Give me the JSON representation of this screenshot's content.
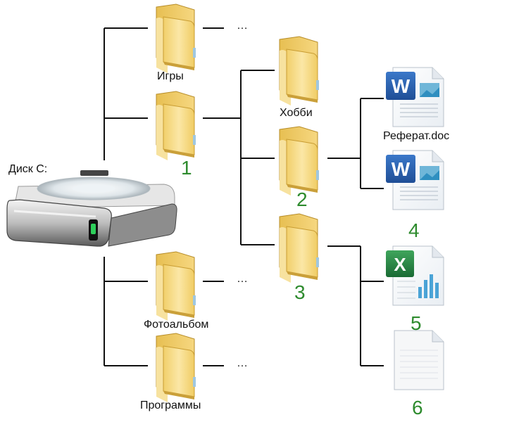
{
  "diagram": {
    "drive": {
      "label": "Диск С:",
      "icon": "hard-drive-icon"
    },
    "folders": {
      "games": {
        "label": "Игры",
        "more": "…"
      },
      "folder1": {
        "number": "1"
      },
      "photo": {
        "label": "Фотоальбом",
        "more": "…"
      },
      "programs": {
        "label": "Программы",
        "more": "…"
      },
      "hobby": {
        "label": "Хобби"
      },
      "folder2": {
        "number": "2"
      },
      "folder3": {
        "number": "3"
      }
    },
    "files": {
      "referat": {
        "label": "Реферат.doc",
        "type": "word",
        "icon": "word-document-icon"
      },
      "file4": {
        "number": "4",
        "type": "word",
        "icon": "word-document-icon"
      },
      "file5": {
        "number": "5",
        "type": "excel",
        "icon": "excel-document-icon"
      },
      "file6": {
        "number": "6",
        "type": "blank",
        "icon": "blank-document-icon"
      }
    },
    "colors": {
      "line": "#111111",
      "number": "#2e8b2e",
      "folder_front": "#f4d77c",
      "folder_back": "#e2b94e",
      "word": "#2b5797",
      "excel": "#1e7145"
    }
  }
}
